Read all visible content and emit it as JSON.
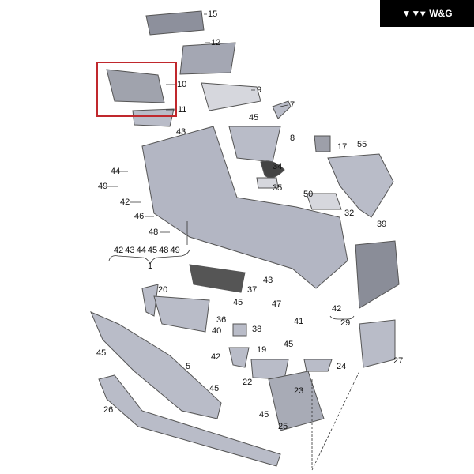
{
  "logo": {
    "text": "W&G"
  },
  "highlight_color": "#c0282d",
  "callouts": [
    {
      "id": "c15",
      "text": "15"
    },
    {
      "id": "c12",
      "text": "12"
    },
    {
      "id": "c10",
      "text": "10"
    },
    {
      "id": "c9",
      "text": "9"
    },
    {
      "id": "c11",
      "text": "11"
    },
    {
      "id": "c7",
      "text": "7"
    },
    {
      "id": "c45a",
      "text": "45"
    },
    {
      "id": "c43a",
      "text": "43"
    },
    {
      "id": "c8",
      "text": "8"
    },
    {
      "id": "c17",
      "text": "17"
    },
    {
      "id": "c55",
      "text": "55"
    },
    {
      "id": "c44",
      "text": "44"
    },
    {
      "id": "c34",
      "text": "34"
    },
    {
      "id": "c49",
      "text": "49"
    },
    {
      "id": "c35",
      "text": "35"
    },
    {
      "id": "c50",
      "text": "50"
    },
    {
      "id": "c42a",
      "text": "42"
    },
    {
      "id": "c32",
      "text": "32"
    },
    {
      "id": "c46",
      "text": "46"
    },
    {
      "id": "c39",
      "text": "39"
    },
    {
      "id": "c48",
      "text": "48"
    },
    {
      "id": "cgroup",
      "text": "42 43 44  45 48 49"
    },
    {
      "id": "c1",
      "text": "1"
    },
    {
      "id": "c43b",
      "text": "43"
    },
    {
      "id": "c20",
      "text": "20"
    },
    {
      "id": "c37",
      "text": "37"
    },
    {
      "id": "c45b",
      "text": "45"
    },
    {
      "id": "c47",
      "text": "47"
    },
    {
      "id": "c42b",
      "text": "42"
    },
    {
      "id": "c41",
      "text": "41"
    },
    {
      "id": "c29",
      "text": "29"
    },
    {
      "id": "c36",
      "text": "36"
    },
    {
      "id": "c40",
      "text": "40"
    },
    {
      "id": "c38",
      "text": "38"
    },
    {
      "id": "c19",
      "text": "19"
    },
    {
      "id": "c45c",
      "text": "45"
    },
    {
      "id": "c42c",
      "text": "42"
    },
    {
      "id": "c5",
      "text": "5"
    },
    {
      "id": "c45d",
      "text": "45"
    },
    {
      "id": "c27",
      "text": "27"
    },
    {
      "id": "c24",
      "text": "24"
    },
    {
      "id": "c22",
      "text": "22"
    },
    {
      "id": "c45e",
      "text": "45"
    },
    {
      "id": "c23",
      "text": "23"
    },
    {
      "id": "c26",
      "text": "26"
    },
    {
      "id": "c45f",
      "text": "45"
    },
    {
      "id": "c25",
      "text": "25"
    }
  ]
}
